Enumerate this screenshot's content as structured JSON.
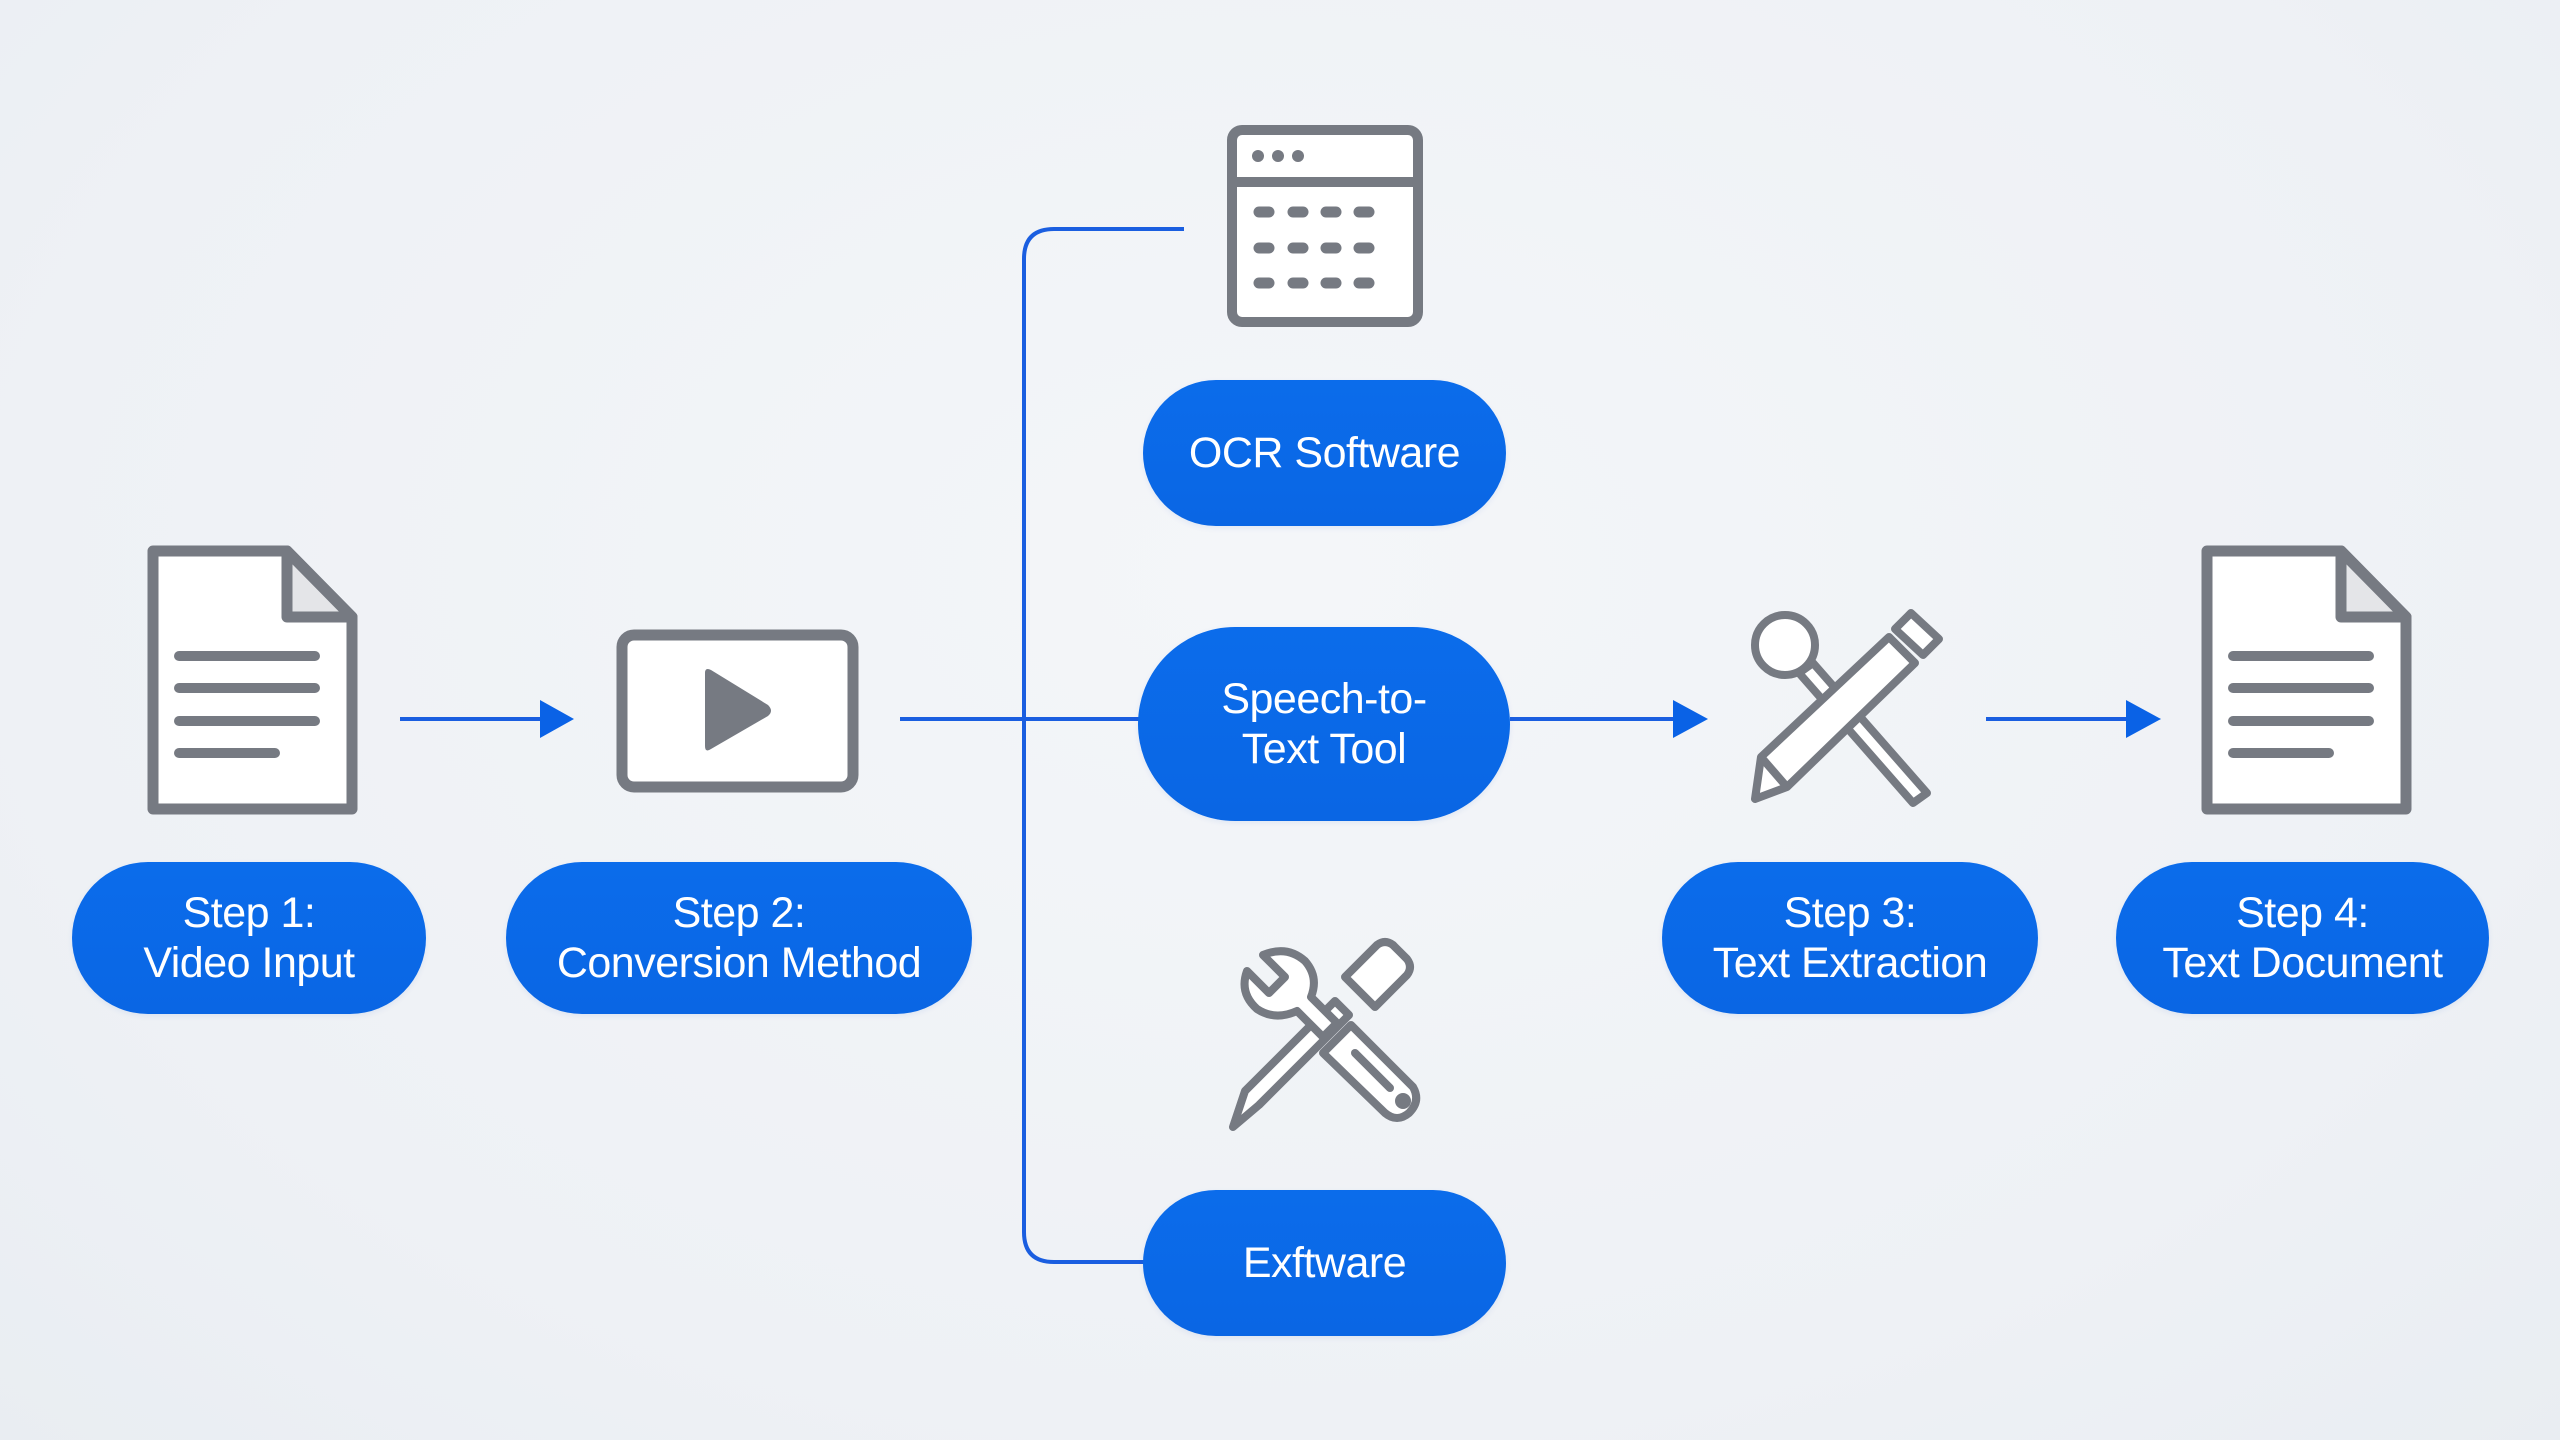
{
  "title": "Video to Text Conversion Workflow",
  "colors": {
    "accent": "#0a6be8",
    "connector": "#1a5ee0",
    "icon_stroke": "#767a82",
    "icon_fill": "#ffffff",
    "background": "#eef1f5"
  },
  "steps": [
    {
      "id": "step1",
      "line1": "Step 1:",
      "line2": "Video Input",
      "icon": "document-icon"
    },
    {
      "id": "step2",
      "line1": "Step 2:",
      "line2": "Conversion Method",
      "icon": "video-play-icon"
    },
    {
      "id": "step3",
      "line1": "Step 3:",
      "line2": "Text Extraction",
      "icon": "magnifier-pencil-icon"
    },
    {
      "id": "step4",
      "line1": "Step 4:",
      "line2": "Text Document",
      "icon": "document-icon"
    }
  ],
  "methods": [
    {
      "id": "ocr",
      "label": "OCR Software",
      "icon": "app-window-grid-icon"
    },
    {
      "id": "speech",
      "line1": "Speech-to-",
      "line2": "Text Tool"
    },
    {
      "id": "other",
      "label": "Exftware",
      "icon": "wrench-screwdriver-icon"
    }
  ]
}
